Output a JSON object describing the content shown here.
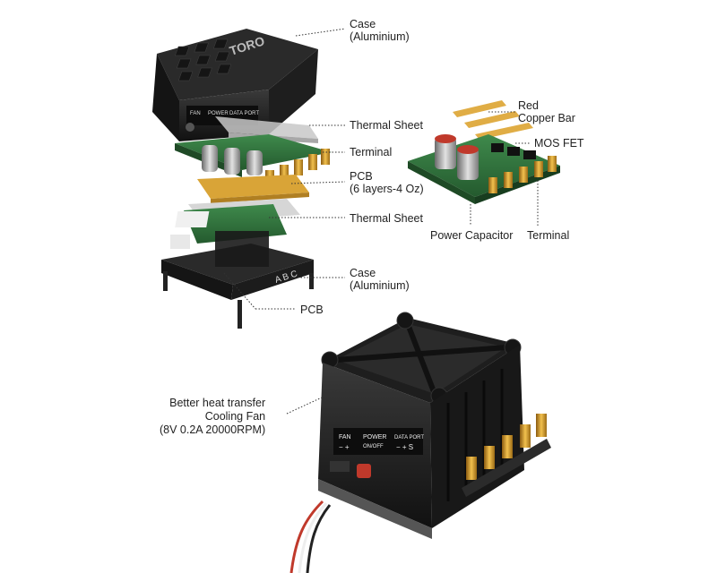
{
  "labels": {
    "case_top": {
      "line1": "Case",
      "line2": "(Aluminium)"
    },
    "thermal_sheet_top": "Thermal   Sheet",
    "terminal_left": "Terminal",
    "pcb_main": {
      "line1": "PCB",
      "line2": "(6 layers-4 Oz)"
    },
    "thermal_sheet_bottom": "Thermal   Sheet",
    "case_bottom": {
      "line1": "Case",
      "line2": "(Aluminium)"
    },
    "pcb_bottom": "PCB",
    "red_copper_bar": {
      "line1": "Red",
      "line2": "Copper Bar"
    },
    "mos_fet": "MOS  FET",
    "power_capacitor": "Power Capacitor",
    "terminal_right": "Terminal",
    "fan": {
      "line1": "Better heat transfer",
      "line2": "Cooling Fan",
      "line3": "(8V 0.2A 20000RPM)"
    }
  },
  "product_markings": {
    "brand": "TORO",
    "fan_port": "FAN",
    "power_port": "POWER",
    "power_state": "ON/OFF",
    "data_port": "DATA PORT",
    "data_port_pins": "− + S",
    "fan_pins": "− +",
    "motor_phases": "A B C"
  },
  "colors": {
    "case_black": "#1b1b1b",
    "pcb_green": "#2f6b3a",
    "copper": "#d9a437",
    "gold_terminal": "#c8901f",
    "capacitor_silver": "#9a9a9a",
    "power_led_red": "#c0392b"
  }
}
